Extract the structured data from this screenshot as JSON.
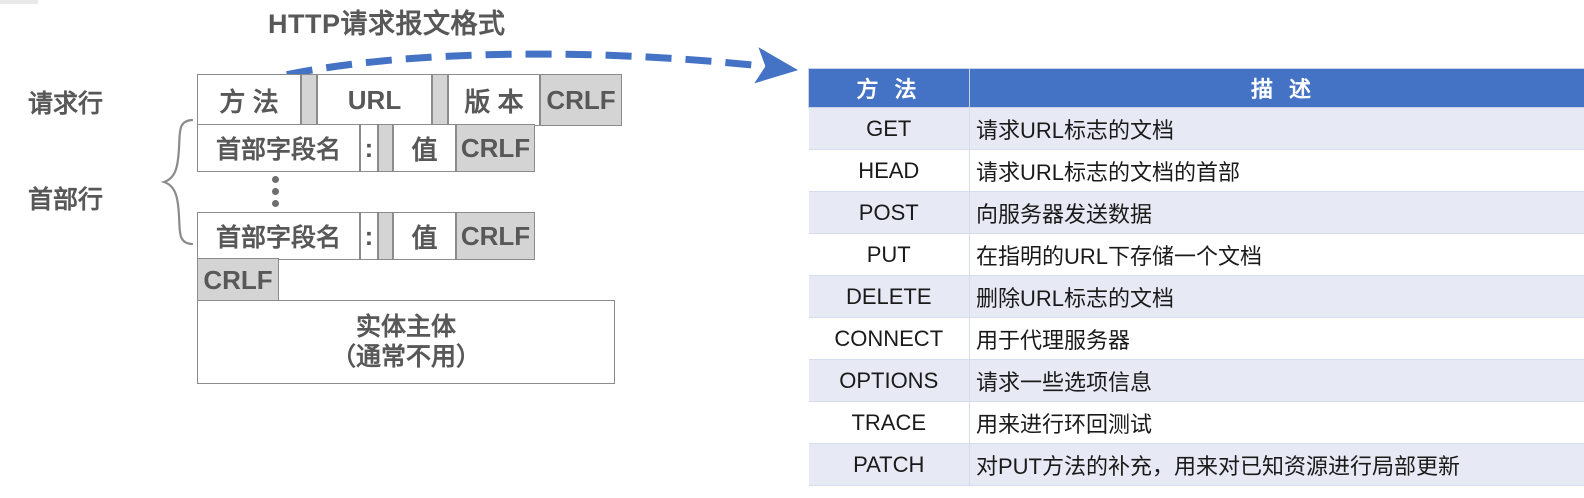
{
  "title": "HTTP请求报文格式",
  "side_labels": {
    "request_line": "请求行",
    "header_lines": "首部行"
  },
  "message_format": {
    "request_line": {
      "method": "方 法",
      "url": "URL",
      "version": "版 本",
      "crlf": "CRLF"
    },
    "header_line_1": {
      "field_name": "首部字段名",
      "colon": ":",
      "value": "值",
      "crlf": "CRLF"
    },
    "ellipsis": "⋮",
    "header_line_2": {
      "field_name": "首部字段名",
      "colon": ":",
      "value": "值",
      "crlf": "CRLF"
    },
    "blank_line_crlf": "CRLF",
    "entity_body": {
      "line1": "实体主体",
      "line2": "（通常不用）"
    }
  },
  "arrow": {
    "style": "dashed-curved-arrow",
    "color": "#4472c4"
  },
  "method_table": {
    "columns": [
      "方 法",
      "描 述"
    ],
    "rows": [
      {
        "method": "GET",
        "description": "请求URL标志的文档"
      },
      {
        "method": "HEAD",
        "description": "请求URL标志的文档的首部"
      },
      {
        "method": "POST",
        "description": "向服务器发送数据"
      },
      {
        "method": "PUT",
        "description": "在指明的URL下存储一个文档"
      },
      {
        "method": "DELETE",
        "description": "删除URL标志的文档"
      },
      {
        "method": "CONNECT",
        "description": "用于代理服务器"
      },
      {
        "method": "OPTIONS",
        "description": "请求一些选项信息"
      },
      {
        "method": "TRACE",
        "description": "用来进行环回测试"
      },
      {
        "method": "PATCH",
        "description": "对PUT方法的补充，用来对已知资源进行局部更新"
      }
    ]
  },
  "colors": {
    "header_blue": "#4472c4",
    "row_shade": "#e7eaf4",
    "cell_gray": "#d4d4d4",
    "text_gray": "#585858"
  }
}
